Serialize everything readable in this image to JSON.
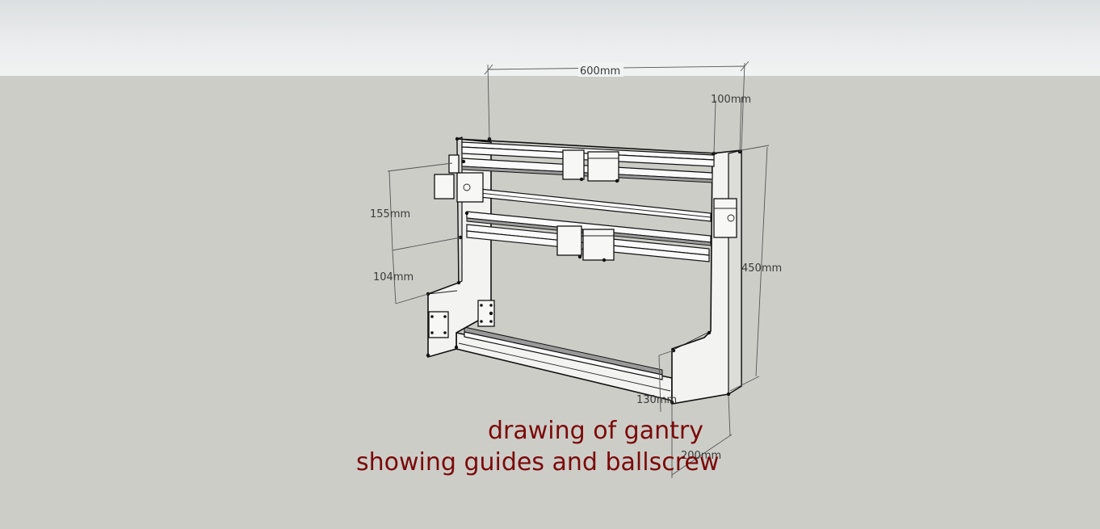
{
  "scene": {
    "sky_color": "#ebedee",
    "ground_color": "#cdcdc8",
    "title_color": "#7a0a0a"
  },
  "title": {
    "line1": "drawing of gantry",
    "line2": "showing guides and ballscrew"
  },
  "dimensions": {
    "width_top": "600mm",
    "depth_top": "100mm",
    "height_right": "450mm",
    "spacing_upper": "155mm",
    "spacing_lower": "104mm",
    "height_base": "130mm",
    "depth_base": "200mm"
  }
}
